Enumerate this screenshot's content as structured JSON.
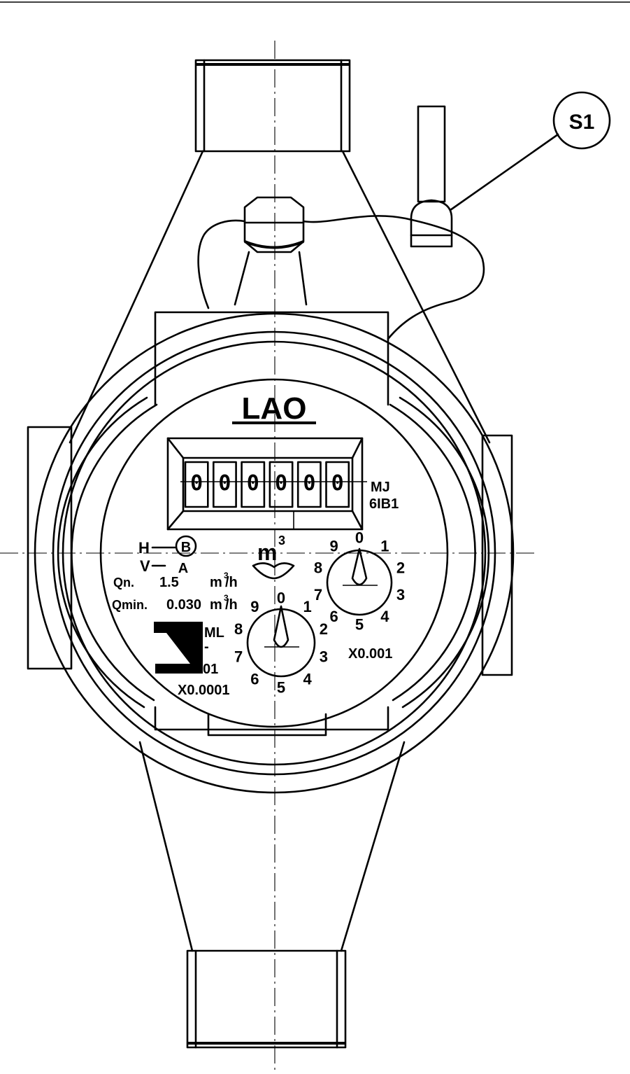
{
  "callout": {
    "label": "S1"
  },
  "brand": {
    "logo": "LAO"
  },
  "counter": {
    "digits": [
      "0",
      "0",
      "0",
      "0",
      "0",
      "0"
    ],
    "code_line1": "MJ",
    "code_line2": "6IB1"
  },
  "unit": {
    "m3": "m",
    "m3_sup": "3"
  },
  "mounting": {
    "h_label": "H",
    "h_symbol": "B",
    "v_label": "V",
    "v_symbol": "A"
  },
  "specs": {
    "qn_label": "Qn.",
    "qn_value": "1.5",
    "qn_unit_m": "m",
    "qn_unit_sup": "3",
    "qn_unit_rest": "/h",
    "qmin_label": "Qmin.",
    "qmin_value": "0.030",
    "qmin_unit_m": "m",
    "qmin_unit_sup": "3",
    "qmin_unit_rest": "/h"
  },
  "dial_large": {
    "numbers": [
      "0",
      "1",
      "2",
      "3",
      "4",
      "5",
      "6",
      "7",
      "8",
      "9"
    ],
    "multiplier": "X0.001"
  },
  "dial_small": {
    "numbers": [
      "0",
      "1",
      "2",
      "3",
      "4",
      "5",
      "6",
      "7",
      "8",
      "9"
    ],
    "multiplier": "X0.0001"
  },
  "approval": {
    "line1": "ML",
    "line2": "-",
    "line3": "01"
  }
}
